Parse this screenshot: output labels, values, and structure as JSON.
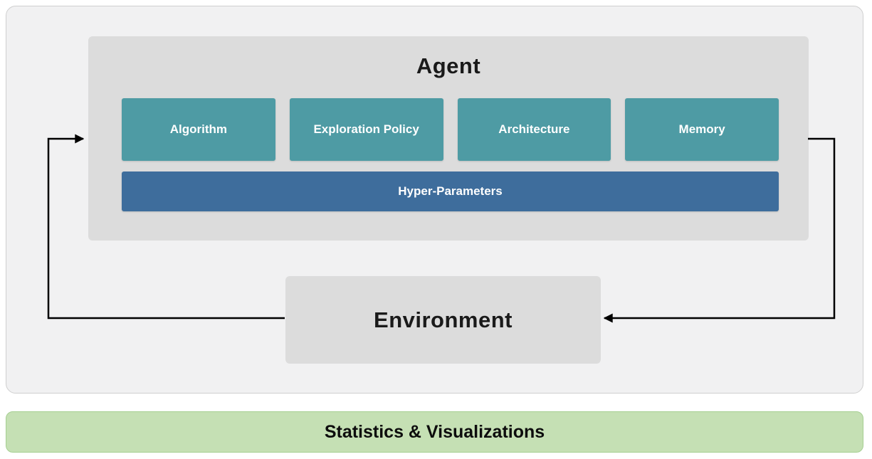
{
  "agent": {
    "title": "Agent",
    "components": [
      {
        "label": "Algorithm"
      },
      {
        "label": "Exploration Policy"
      },
      {
        "label": "Architecture"
      },
      {
        "label": "Memory"
      }
    ],
    "hyper_parameters_label": "Hyper-Parameters"
  },
  "environment": {
    "title": "Environment"
  },
  "footer": {
    "label": "Statistics & Visualizations"
  },
  "colors": {
    "component_teal": "#4E9BA4",
    "hyper_parameters_blue": "#3E6D9C",
    "panel_background": "#F1F1F2",
    "box_background": "#DCDCDC",
    "footer_green": "#C5E0B4",
    "footer_border_green": "#A6CF92",
    "arrow": "#000000"
  }
}
